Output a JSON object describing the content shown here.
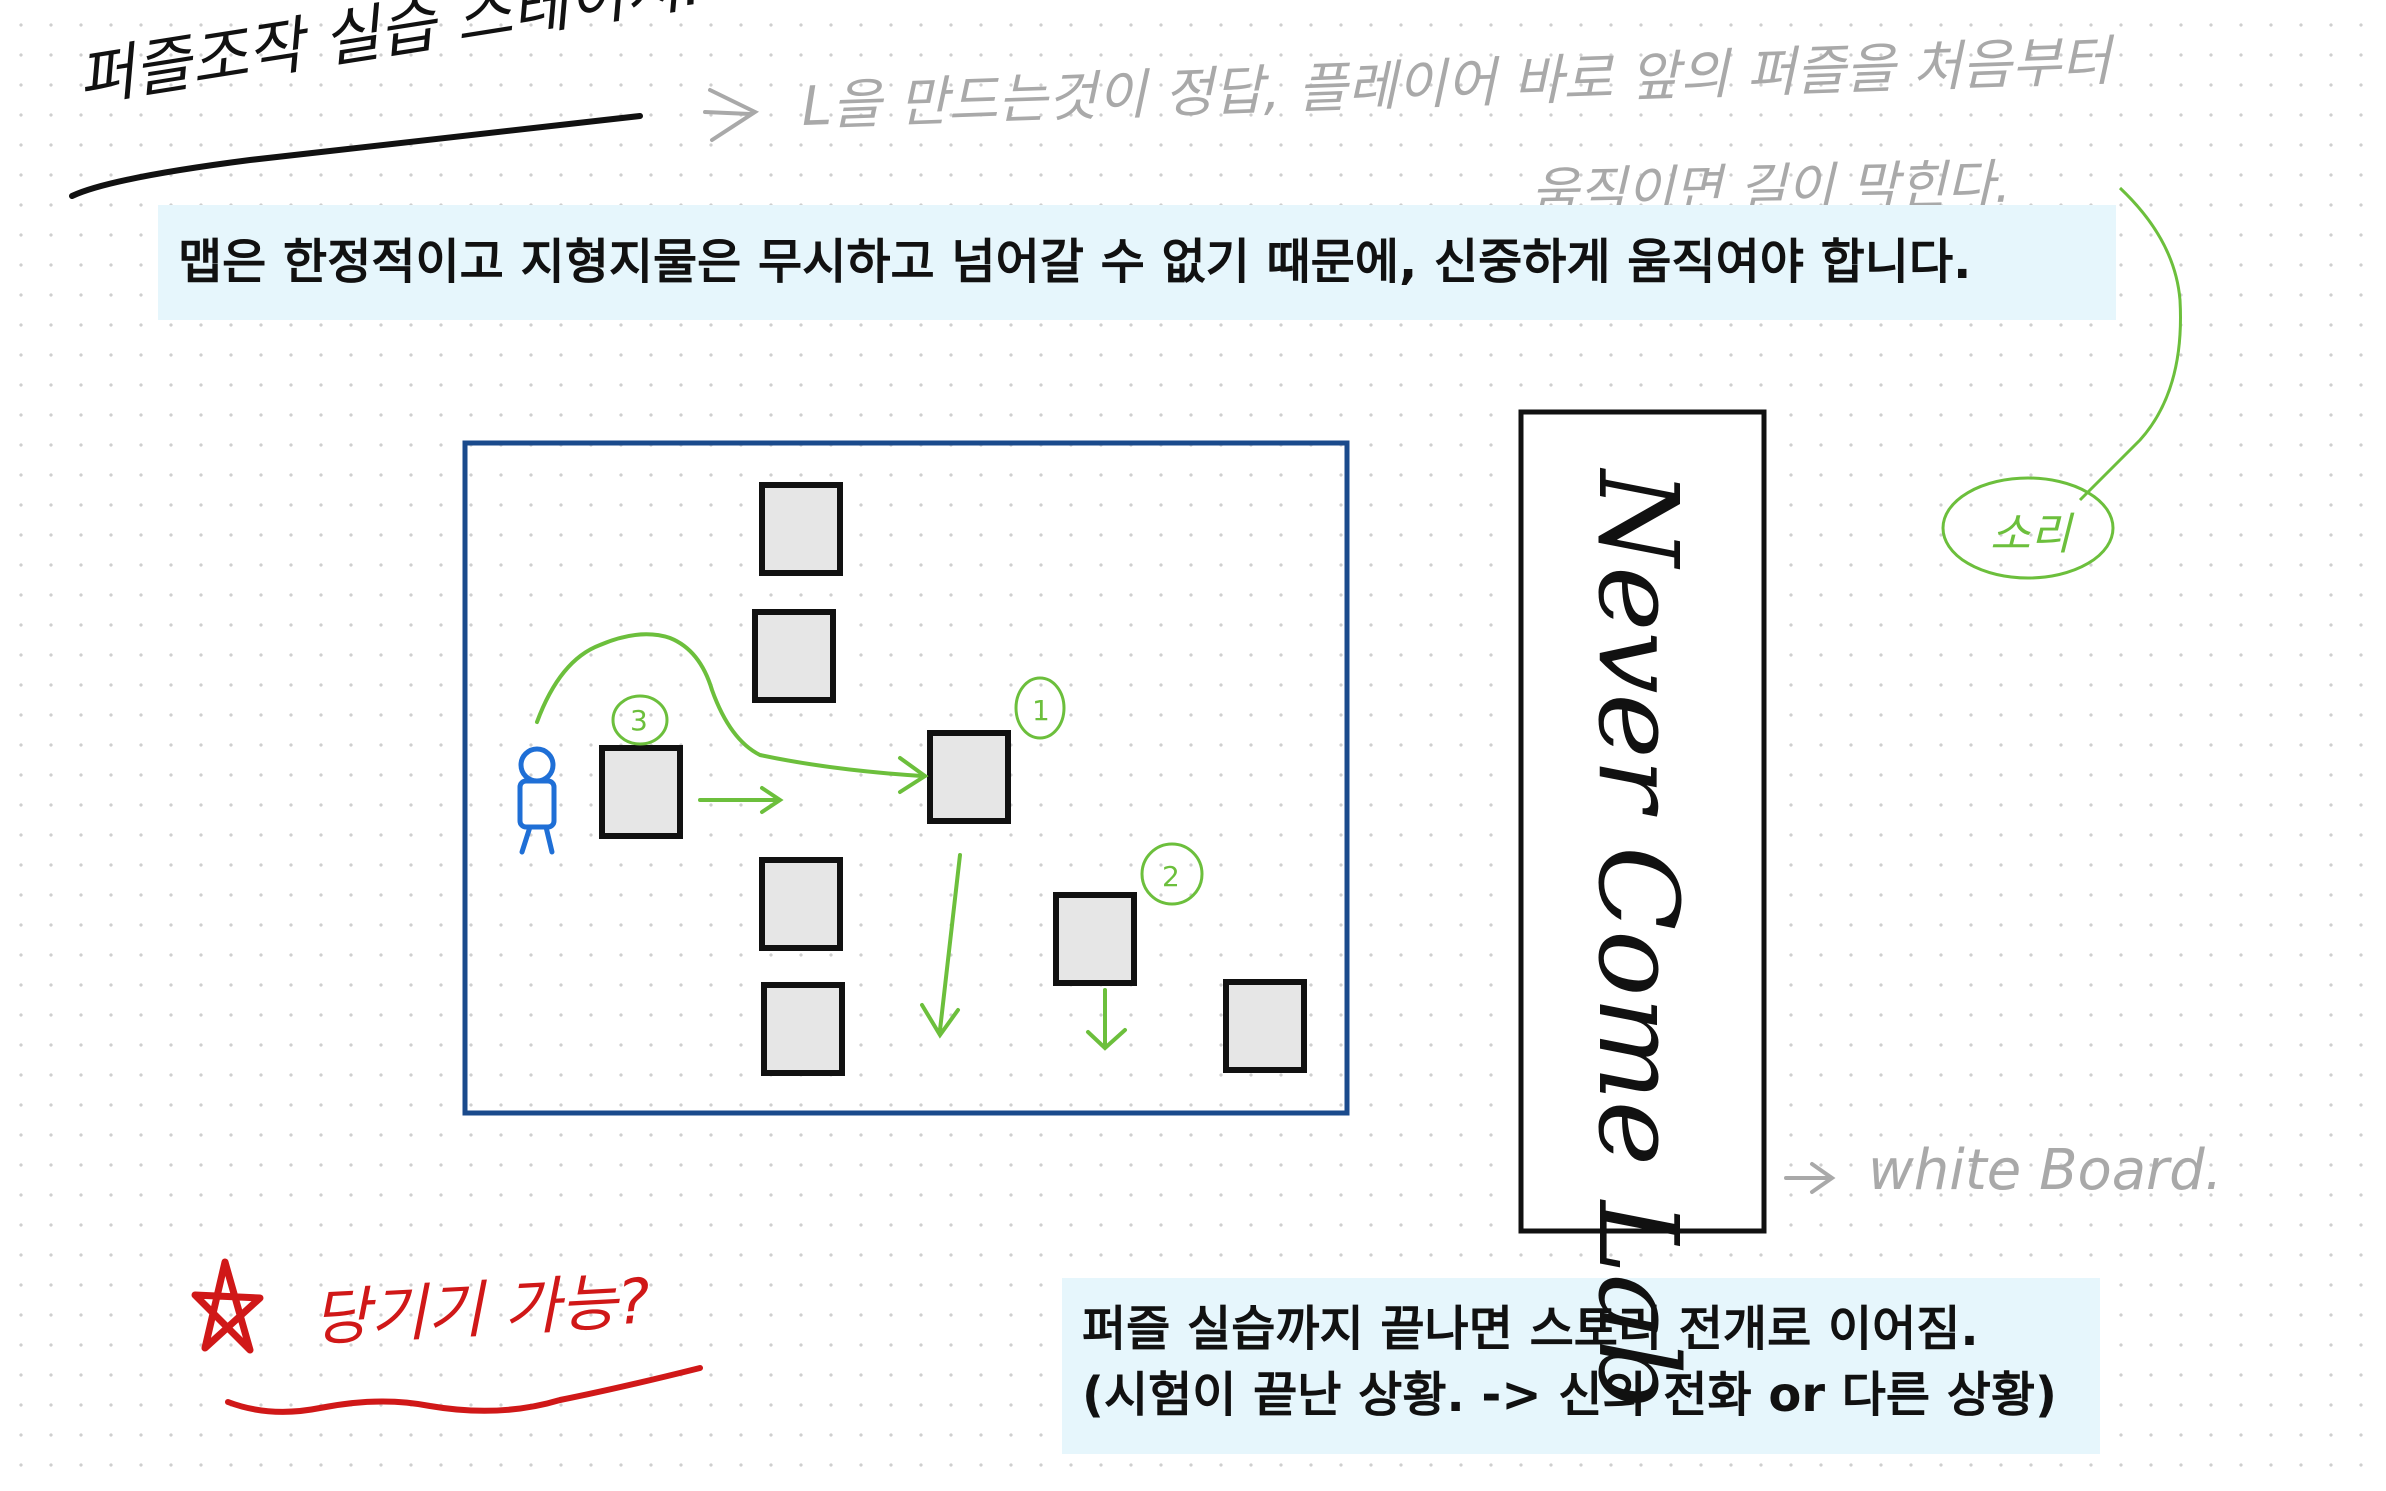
{
  "title": "퍼즐조작 실습 스테이지.",
  "hint": {
    "line1": "L을 만드는것이 정답, 플레이어 바로 앞의 퍼즐을 처음부터",
    "line2": "움직이면 길이 막힌다."
  },
  "sound_label": "소리",
  "notes": {
    "top": "맵은 한정적이고 지형지물은 무시하고 넘어갈 수 없기 때문에, 신중하게 움직여야 합니다.",
    "bottom_line1": "퍼즐 실습까지 끝나면 스토리 전개로 이어짐.",
    "bottom_line2": "(시험이 끝난 상황. -> 신의 전화 or 다른 상황)"
  },
  "step_labels": [
    "1",
    "2",
    "3"
  ],
  "logo_text": "Never Come Lab",
  "whiteboard_label": "white Board.",
  "pull_question": "당기기 가능?",
  "colors": {
    "map_border": "#1a4a8c",
    "block_fill": "#e6e6e6",
    "block_stroke": "#111111",
    "player": "#1f6fd6",
    "arrows": "#6cbf3c",
    "red_note": "#d01818",
    "gray_note": "#a9a9a9",
    "note_bg": "#e6f6fc"
  }
}
